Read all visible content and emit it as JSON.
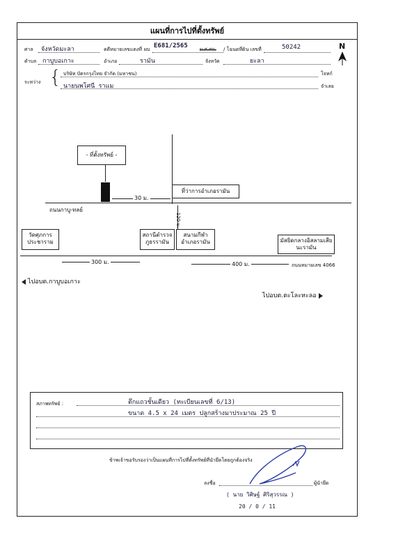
{
  "header": {
    "title": "แผนที่การไปที่ตั้งทรัพย์"
  },
  "form": {
    "court_label": "ศาล",
    "court_value": "จังหวัดมะลา",
    "case_label": "คดีหมายเลขแดงที่",
    "case_prefix": "ผบ",
    "case_value": "E681/2565",
    "case_note": "ผ.ศ.ศถ.",
    "deed_label": "/ โฉนดที่ดิน เลขที่",
    "deed_value": "50242",
    "subdistrict_label": "ตำบล",
    "subdistrict_value": "กาบูบอเกาะ",
    "district_label": "อำเภอ",
    "district_value": "รามัน",
    "province_label": "จังหวัด",
    "province_value": "ยะลา",
    "between_label": "ระหว่าง",
    "plaintiff_value": "บริษัท บัตรกรุงไทย จำกัด (มหาชน)",
    "plaintiff_label": "โจทก์",
    "defendant_value": "นายนพโศนี ราแม",
    "defendant_label": "จำเลย",
    "north": "N"
  },
  "map": {
    "property_label": "- ที่ตั้งทรัพย์ -",
    "dist_30": "30 ม.",
    "district_office": "ที่ว่าการอำเภอรามัน",
    "road_name": "ถนนกาบู-ทลย์",
    "dist_120": "120 ม.",
    "temple": "วัดศุภการประชาราม",
    "police": "สถานีตำรวจภูธรรามัน",
    "stadium": "สนามกีฬาอำเภอรามัน",
    "mosque": "มัสยิดกลางอิสลามเสียนะรามัน",
    "dist_300": "300 ม.",
    "dist_400": "400 ม.",
    "highway": "ถนนหมายเลข 4066",
    "to_left": "ไปอบต.กาบูบอเกาะ",
    "to_right": "ไปอบต.ตะโละหะลอ"
  },
  "condition": {
    "label": "สภาพทรัพย์ :",
    "line1": "ตึกแถวชั้นเดียว (ทะเบียนเลขที่ 6/13)",
    "line2": "ขนาด 4.5 x 24 เมตร ปลูกสร้างมาประมาณ 25 ปี"
  },
  "certification": {
    "statement": "ข้าพเจ้าขอรับรองว่าเป็นแผนที่การไปที่ตั้งทรัพย์ที่นำยึดโดยถูกต้องจริง",
    "sign_label": "ลงชื่อ",
    "role_label": "ผู้นำยึด",
    "signer_name": "( นาย วิศิษฐ์ ศิริสุวรรณ )",
    "date": "20 / 0 / 11"
  }
}
